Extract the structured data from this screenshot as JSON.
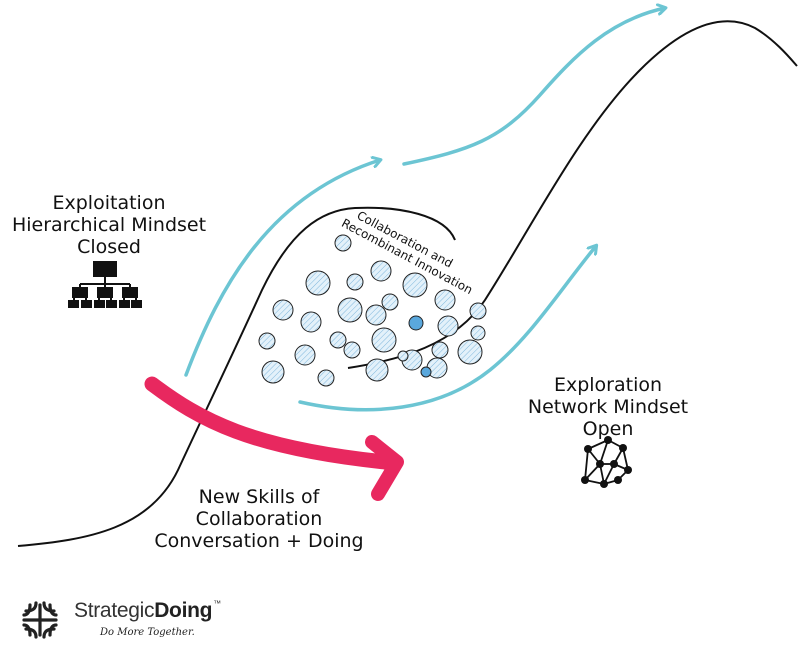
{
  "diagram": {
    "curve_label": {
      "line1": "Collaboration and",
      "line2": "Recombinant Innovation"
    },
    "exploitation": {
      "line1": "Exploitation",
      "line2": "Hierarchical Mindset",
      "line3": "Closed"
    },
    "exploration": {
      "line1": "Exploration",
      "line2": "Network Mindset",
      "line3": "Open"
    },
    "skills": {
      "line1": "New Skills of",
      "line2": "Collaboration",
      "line3": "Conversation + Doing"
    },
    "colors": {
      "teal_arrow": "#6cc5d3",
      "pink_arrow": "#e8285f",
      "bubble_fill": "#d7ebf7",
      "bubble_solid": "#5aa8dd",
      "ink": "#111111"
    }
  },
  "logo": {
    "name_light": "Strategic",
    "name_bold": "Doing",
    "tm": "™",
    "tagline": "Do More Together."
  }
}
